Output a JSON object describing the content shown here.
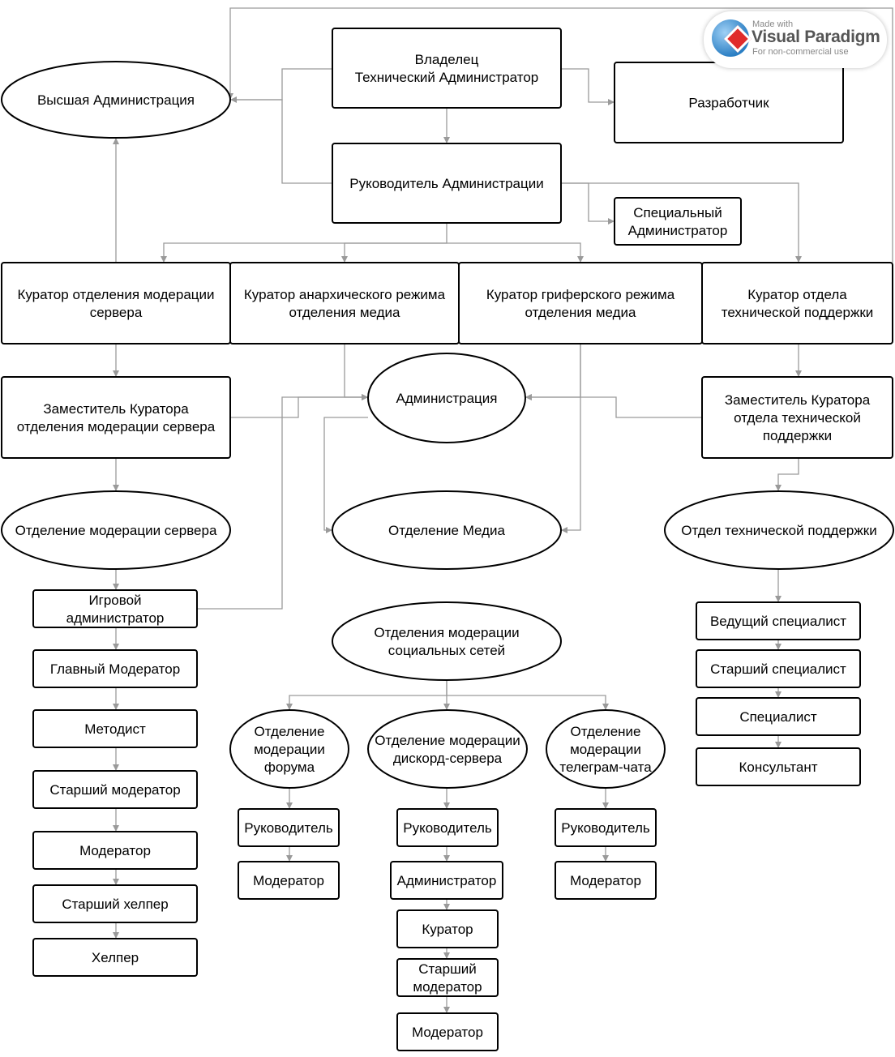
{
  "nodes": {
    "owner": [
      "Владелец",
      "Технический Администратор"
    ],
    "high_admin": [
      "Высшая Администрация"
    ],
    "developer": [
      "Разработчик"
    ],
    "head_admin": [
      "Руководитель Администрации"
    ],
    "special_admin": [
      "Специальный",
      "Администратор"
    ],
    "curator_server": [
      "Куратор отделения модерации",
      "сервера"
    ],
    "curator_anarchy": [
      "Куратор анархического режима",
      "отделения медиа"
    ],
    "curator_grief": [
      "Куратор гриферского режима",
      "отделения медиа"
    ],
    "curator_support": [
      "Куратор отдела",
      "технической поддержки"
    ],
    "deputy_server": [
      "Заместитель Куратора",
      "отделения модерации сервера"
    ],
    "administration": [
      "Администрация"
    ],
    "deputy_support": [
      "Заместитель Куратора",
      "отдела технической",
      "поддержки"
    ],
    "dept_server": [
      "Отделение модерации сервера"
    ],
    "dept_media": [
      "Отделение Медиа"
    ],
    "dept_support": [
      "Отдел технической поддержки"
    ],
    "game_admin": [
      "Игровой",
      "администратор"
    ],
    "chief_mod": [
      "Главный Модератор"
    ],
    "methodist": [
      "Методист"
    ],
    "senior_mod_l": [
      "Старший модератор"
    ],
    "moderator_l": [
      "Модератор"
    ],
    "senior_helper": [
      "Старший хелпер"
    ],
    "helper": [
      "Хелпер"
    ],
    "dept_social": [
      "Отделения модерации",
      "социальных сетей"
    ],
    "forum_dept": [
      "Отделение",
      "модерации",
      "форума"
    ],
    "discord_dept": [
      "Отделение модерации",
      "дискорд-сервера"
    ],
    "telegram_dept": [
      "Отделение",
      "модерации",
      "телеграм-чата"
    ],
    "forum_lead": [
      "Руководитель"
    ],
    "forum_mod": [
      "Модератор"
    ],
    "discord_lead": [
      "Руководитель"
    ],
    "discord_admin": [
      "Администратор"
    ],
    "discord_curator": [
      "Куратор"
    ],
    "discord_senior_mod": [
      "Старший",
      "модератор"
    ],
    "discord_mod": [
      "Модератор"
    ],
    "tg_lead": [
      "Руководитель"
    ],
    "tg_mod": [
      "Модератор"
    ],
    "lead_spec": [
      "Ведущий специалист"
    ],
    "senior_spec": [
      "Старший специалист"
    ],
    "spec": [
      "Специалист"
    ],
    "consultant": [
      "Консультант"
    ]
  },
  "watermark": {
    "made_with": "Made with",
    "brand": "Visual Paradigm",
    "subtitle": "For non-commercial use"
  },
  "colors": {
    "node_stroke": "#000000",
    "edge_stroke": "#9a9a9a",
    "background": "#ffffff"
  }
}
